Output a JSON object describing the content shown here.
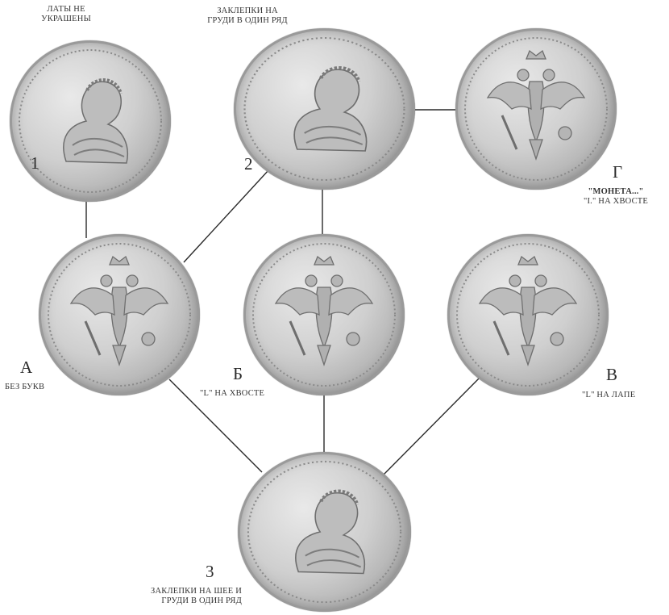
{
  "coins": [
    {
      "id": "1",
      "number": "1",
      "side": "portrait",
      "caption": [
        "ЛАТЫ НЕ",
        "УКРАШЕНЫ"
      ]
    },
    {
      "id": "2",
      "number": "2",
      "side": "portrait",
      "caption": [
        "ЗАКЛЕПКИ НА",
        "ГРУДИ В ОДИН РЯД"
      ]
    },
    {
      "id": "G",
      "number": "Г",
      "side": "eagle",
      "caption": [
        "\"МОНЕТА...\"",
        "\"I.\" НА ХВОСТЕ"
      ]
    },
    {
      "id": "A",
      "number": "А",
      "side": "eagle",
      "caption": [
        "БЕЗ БУКВ"
      ]
    },
    {
      "id": "B",
      "number": "Б",
      "side": "eagle",
      "caption": [
        "\"L\" НА ХВОСТЕ"
      ]
    },
    {
      "id": "V",
      "number": "В",
      "side": "eagle",
      "caption": [
        "\"L\" НА ЛАПЕ"
      ]
    },
    {
      "id": "3",
      "number": "3",
      "side": "portrait",
      "caption": [
        "ЗАКЛЕПКИ НА ШЕЕ И",
        "ГРУДИ В ОДИН РЯД"
      ]
    }
  ],
  "connections": [
    [
      "1",
      "A"
    ],
    [
      "2",
      "G"
    ],
    [
      "2",
      "A"
    ],
    [
      "2",
      "B"
    ],
    [
      "A",
      "3"
    ],
    [
      "B",
      "3"
    ],
    [
      "V",
      "3"
    ]
  ],
  "colors": {
    "line": "#2a2a2a",
    "coin_light": "#e9e9e9",
    "coin_dark": "#8d8d8d",
    "text": "#333333"
  }
}
